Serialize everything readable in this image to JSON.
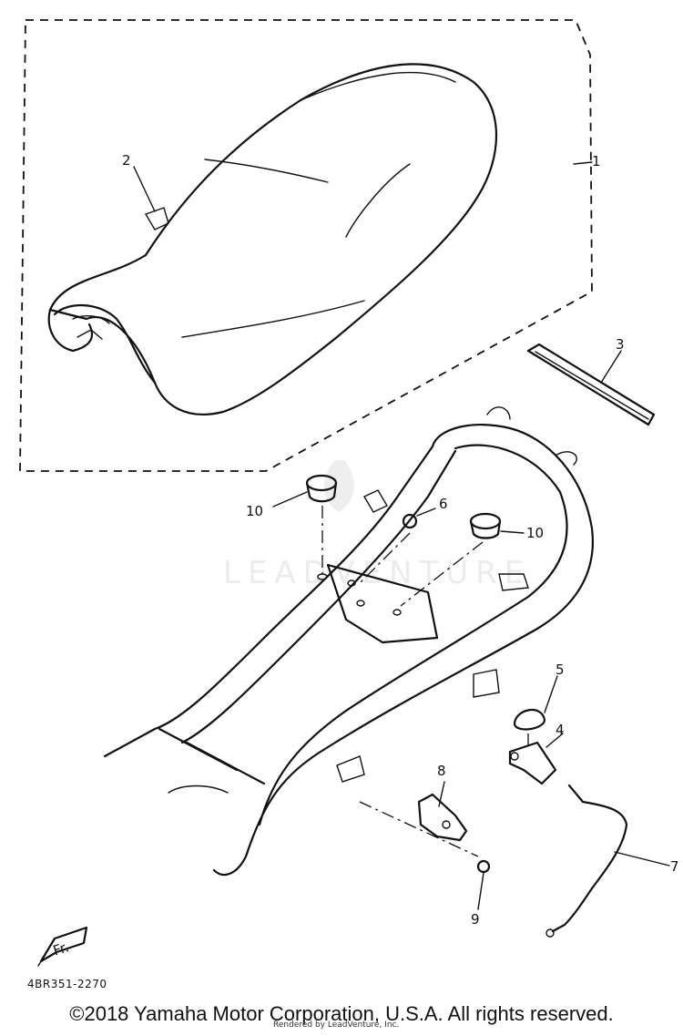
{
  "watermark": {
    "logo_text": "LEADVENTURE"
  },
  "callouts": {
    "c1": "1",
    "c2": "2",
    "c3": "3",
    "c4": "4",
    "c5": "5",
    "c6": "6",
    "c7": "7",
    "c8": "8",
    "c9": "9",
    "c10a": "10",
    "c10b": "10"
  },
  "diagram_code": "4BR351-2270",
  "front_marker": "Fr.",
  "footer": {
    "copyright": "©2018 Yamaha Motor Corporation, U.S.A. All rights reserved.",
    "rendered_by": "Rendered by LeadVenture, Inc."
  }
}
